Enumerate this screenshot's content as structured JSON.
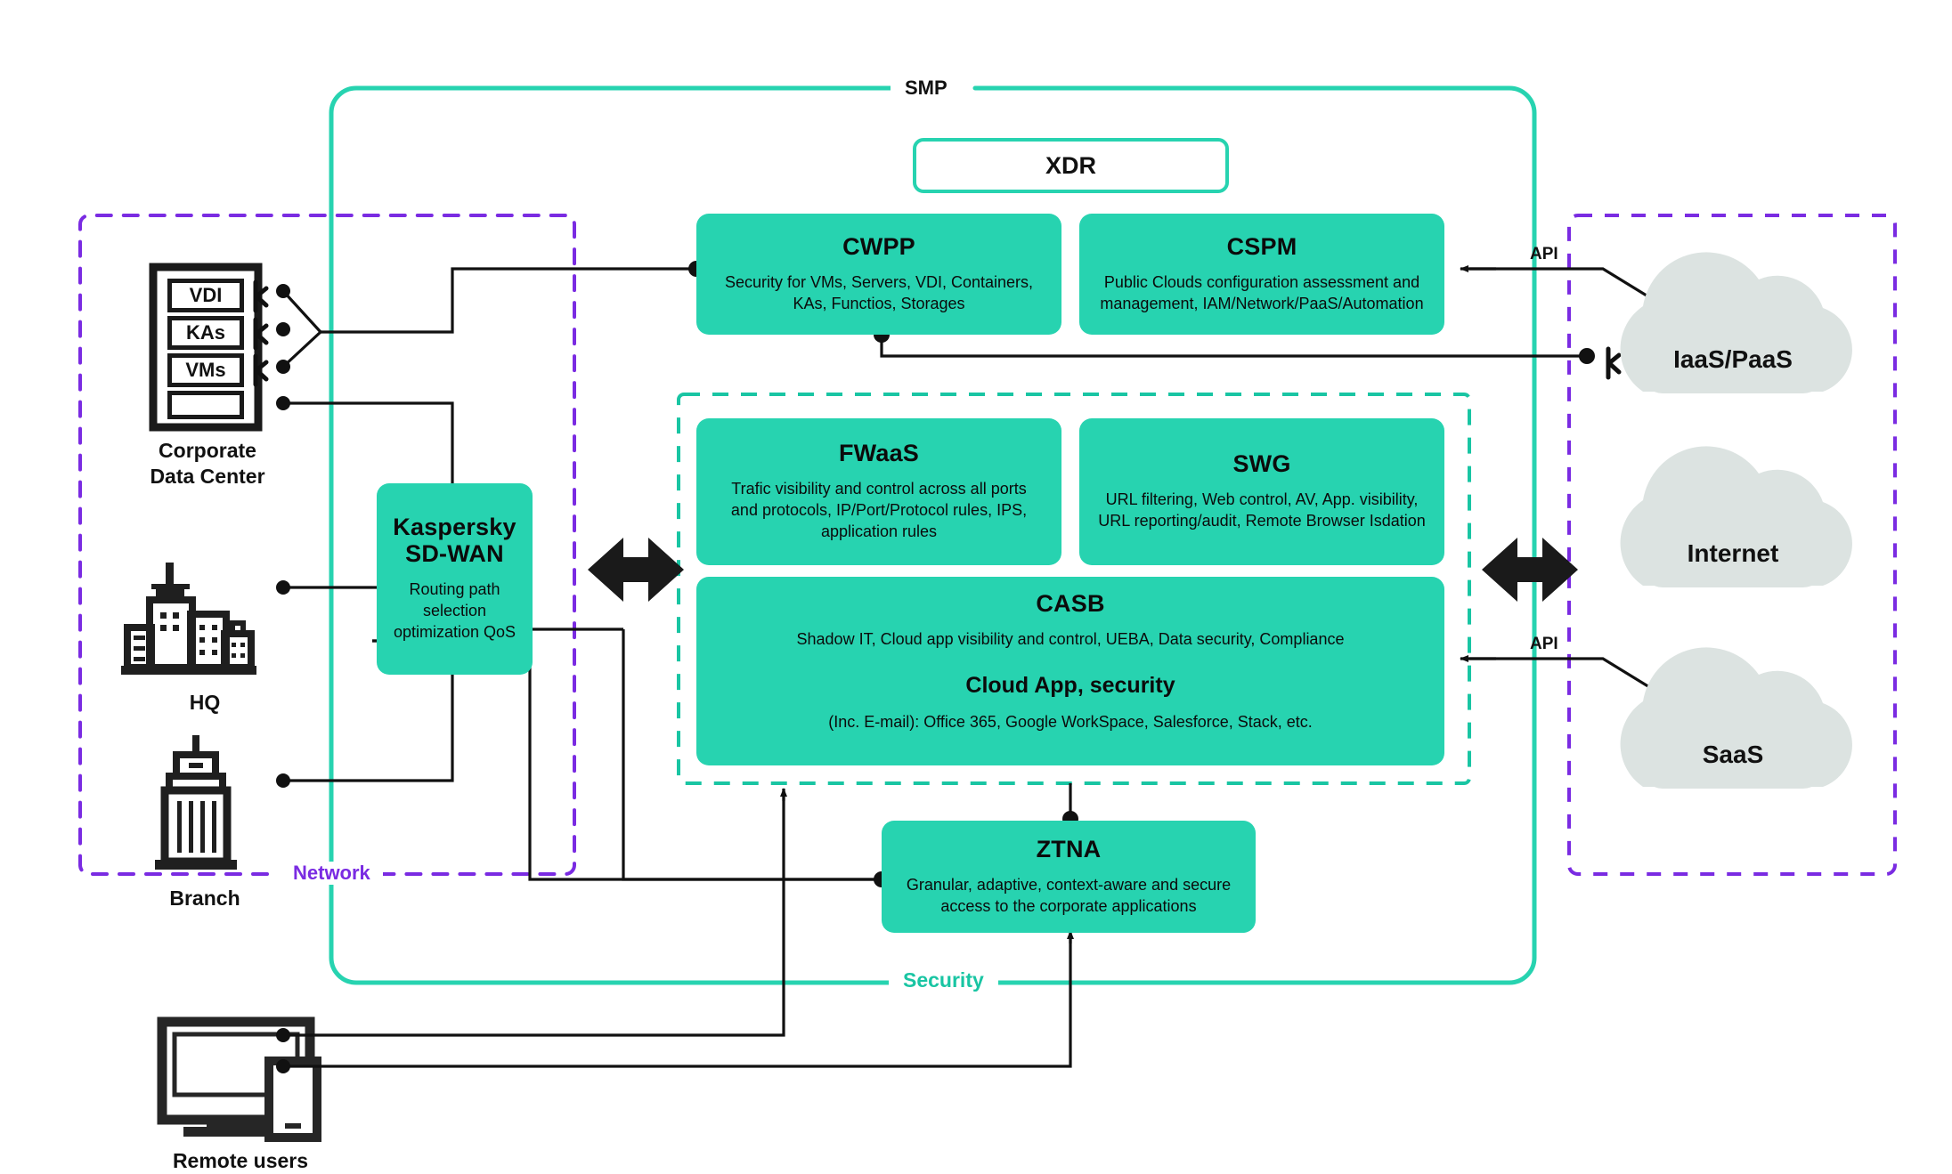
{
  "diagram": {
    "title": "Kaspersky SASE architecture",
    "colors": {
      "teal": "#27D3B0",
      "teal_dark": "#19C5A3",
      "purple": "#7A2BE2",
      "cloud_gray": "#DCE3E1",
      "ink": "#111111"
    },
    "frames": {
      "smp_label": "SMP",
      "security_label": "Security",
      "network_label": "Network"
    },
    "xdr": {
      "label": "XDR"
    },
    "left_zone": {
      "data_center": {
        "label_line1": "Corporate",
        "label_line2": "Data Center",
        "icon": "server-rack-icon",
        "bays": [
          "VDI",
          "KAs",
          "VMs",
          ""
        ],
        "agent_marks": [
          "k",
          "k",
          "k"
        ]
      },
      "hq": {
        "label": "HQ",
        "icon": "city-buildings-icon"
      },
      "branch": {
        "label": "Branch",
        "icon": "office-tower-icon"
      },
      "remote_users": {
        "label": "Remote users",
        "icon": "desktop-mobile-icon"
      }
    },
    "sdwan": {
      "title_line1": "Kaspersky",
      "title_line2": "SD-WAN",
      "desc_line1": "Routing path",
      "desc_line2": "selection",
      "desc_line3": "optimization QoS"
    },
    "cards": {
      "cwpp": {
        "title": "CWPP",
        "desc": "Security for VMs, Servers, VDI, Containers, KAs, Functios, Storages"
      },
      "cspm": {
        "title": "CSPM",
        "desc": "Public Clouds configuration assessment and management, IAM/Network/PaaS/Automation"
      },
      "fwaas": {
        "title": "FWaaS",
        "desc": "Trafic visibility and control across all ports and protocols, IP/Port/Protocol rules, IPS, application rules"
      },
      "swg": {
        "title": "SWG",
        "desc": "URL filtering, Web control, AV, App. visibility, URL reporting/audit, Remote Browser Isdation"
      },
      "casb": {
        "title": "CASB",
        "desc": "Shadow IT, Cloud app visibility and control, UEBA, Data security, Compliance",
        "subtitle": "Cloud App, security",
        "subdesc": "(Inc. E-mail): Office 365, Google WorkSpace, Salesforce, Stack, etc."
      },
      "ztna": {
        "title": "ZTNA",
        "desc": "Granular, adaptive, context-aware and secure access to the corporate applications"
      }
    },
    "right_zone": {
      "api_top": "API",
      "api_bottom": "API",
      "clouds": [
        {
          "label": "IaaS/PaaS",
          "icon": "cloud-icon"
        },
        {
          "label": "Internet",
          "icon": "cloud-icon"
        },
        {
          "label": "SaaS",
          "icon": "cloud-icon"
        }
      ],
      "agent_mark": "k"
    }
  }
}
